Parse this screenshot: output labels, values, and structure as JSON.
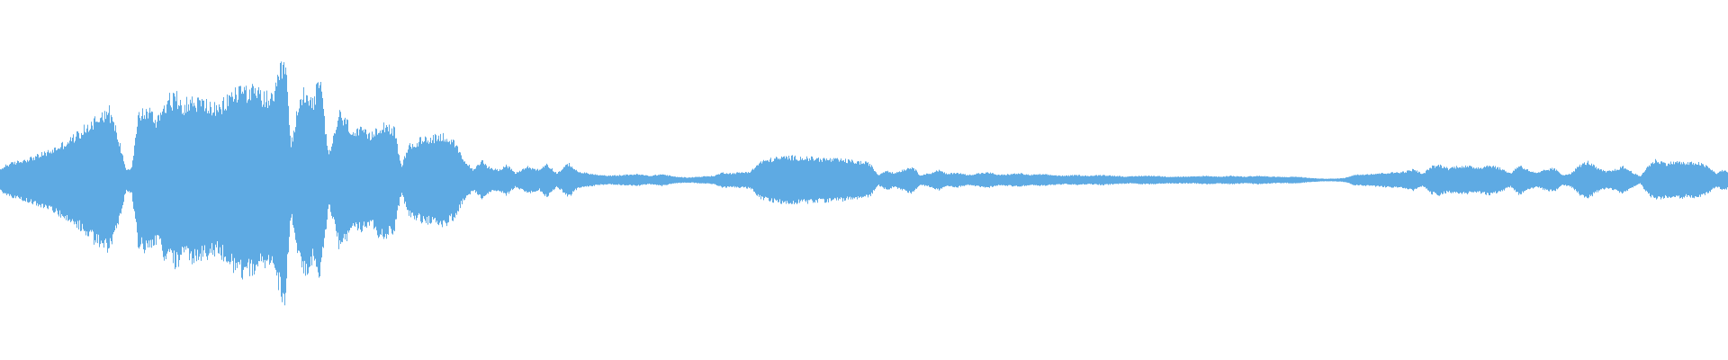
{
  "waveform": {
    "color": "#5EAAE3",
    "background": "#FFFFFF",
    "amplitude_envelope": [
      [
        0.0,
        0.06
      ],
      [
        0.3,
        0.09
      ],
      [
        1.0,
        0.11
      ],
      [
        2.0,
        0.14
      ],
      [
        3.0,
        0.18
      ],
      [
        4.0,
        0.24
      ],
      [
        5.0,
        0.32
      ],
      [
        5.8,
        0.4
      ],
      [
        6.3,
        0.42
      ],
      [
        6.7,
        0.3
      ],
      [
        7.3,
        0.06
      ],
      [
        7.6,
        0.08
      ],
      [
        8.0,
        0.4
      ],
      [
        8.6,
        0.42
      ],
      [
        9.0,
        0.36
      ],
      [
        9.6,
        0.48
      ],
      [
        10.2,
        0.5
      ],
      [
        10.6,
        0.46
      ],
      [
        11.2,
        0.48
      ],
      [
        12.0,
        0.46
      ],
      [
        12.6,
        0.42
      ],
      [
        13.2,
        0.5
      ],
      [
        14.0,
        0.56
      ],
      [
        15.0,
        0.52
      ],
      [
        15.8,
        0.48
      ],
      [
        16.2,
        0.66
      ],
      [
        16.5,
        0.72
      ],
      [
        16.8,
        0.2
      ],
      [
        17.2,
        0.42
      ],
      [
        17.6,
        0.55
      ],
      [
        18.1,
        0.48
      ],
      [
        18.5,
        0.6
      ],
      [
        19.0,
        0.14
      ],
      [
        19.6,
        0.4
      ],
      [
        20.1,
        0.34
      ],
      [
        20.5,
        0.28
      ],
      [
        20.9,
        0.3
      ],
      [
        21.4,
        0.26
      ],
      [
        21.8,
        0.32
      ],
      [
        22.3,
        0.34
      ],
      [
        22.8,
        0.3
      ],
      [
        23.2,
        0.08
      ],
      [
        23.6,
        0.2
      ],
      [
        24.3,
        0.24
      ],
      [
        25.0,
        0.26
      ],
      [
        25.7,
        0.27
      ],
      [
        26.3,
        0.22
      ],
      [
        26.8,
        0.12
      ],
      [
        27.4,
        0.06
      ],
      [
        27.9,
        0.12
      ],
      [
        28.2,
        0.08
      ],
      [
        28.8,
        0.06
      ],
      [
        29.3,
        0.09
      ],
      [
        29.8,
        0.04
      ],
      [
        30.5,
        0.08
      ],
      [
        31.2,
        0.06
      ],
      [
        31.6,
        0.1
      ],
      [
        32.2,
        0.04
      ],
      [
        32.9,
        0.1
      ],
      [
        33.4,
        0.05
      ],
      [
        34.0,
        0.04
      ],
      [
        34.6,
        0.03
      ],
      [
        35.2,
        0.025
      ],
      [
        36.0,
        0.03
      ],
      [
        36.8,
        0.035
      ],
      [
        37.6,
        0.025
      ],
      [
        38.3,
        0.035
      ],
      [
        39.0,
        0.02
      ],
      [
        39.8,
        0.015
      ],
      [
        40.5,
        0.02
      ],
      [
        41.3,
        0.025
      ],
      [
        41.8,
        0.045
      ],
      [
        42.3,
        0.04
      ],
      [
        42.8,
        0.045
      ],
      [
        43.4,
        0.05
      ],
      [
        44.0,
        0.11
      ],
      [
        44.8,
        0.13
      ],
      [
        45.6,
        0.14
      ],
      [
        46.4,
        0.135
      ],
      [
        47.2,
        0.13
      ],
      [
        48.0,
        0.125
      ],
      [
        48.8,
        0.12
      ],
      [
        49.6,
        0.11
      ],
      [
        50.3,
        0.1
      ],
      [
        50.8,
        0.03
      ],
      [
        51.3,
        0.06
      ],
      [
        51.7,
        0.04
      ],
      [
        52.2,
        0.06
      ],
      [
        52.8,
        0.08
      ],
      [
        53.2,
        0.03
      ],
      [
        53.8,
        0.04
      ],
      [
        54.3,
        0.06
      ],
      [
        54.8,
        0.035
      ],
      [
        55.3,
        0.045
      ],
      [
        56.0,
        0.03
      ],
      [
        56.6,
        0.04
      ],
      [
        57.2,
        0.045
      ],
      [
        57.8,
        0.03
      ],
      [
        58.4,
        0.035
      ],
      [
        59.0,
        0.04
      ],
      [
        59.6,
        0.03
      ],
      [
        60.2,
        0.035
      ],
      [
        60.8,
        0.03
      ],
      [
        61.6,
        0.025
      ],
      [
        62.3,
        0.03
      ],
      [
        63.0,
        0.025
      ],
      [
        63.8,
        0.03
      ],
      [
        64.5,
        0.025
      ],
      [
        65.3,
        0.02
      ],
      [
        66.0,
        0.025
      ],
      [
        66.8,
        0.025
      ],
      [
        67.5,
        0.02
      ],
      [
        68.3,
        0.02
      ],
      [
        69.0,
        0.02
      ],
      [
        69.8,
        0.025
      ],
      [
        70.5,
        0.02
      ],
      [
        71.2,
        0.025
      ],
      [
        72.0,
        0.02
      ],
      [
        72.8,
        0.025
      ],
      [
        73.5,
        0.02
      ],
      [
        74.3,
        0.018
      ],
      [
        75.0,
        0.02
      ],
      [
        75.8,
        0.012
      ],
      [
        76.5,
        0.008
      ],
      [
        77.2,
        0.008
      ],
      [
        77.8,
        0.012
      ],
      [
        78.3,
        0.03
      ],
      [
        79.0,
        0.035
      ],
      [
        79.8,
        0.04
      ],
      [
        80.6,
        0.045
      ],
      [
        81.3,
        0.05
      ],
      [
        81.8,
        0.065
      ],
      [
        82.3,
        0.035
      ],
      [
        82.8,
        0.08
      ],
      [
        83.3,
        0.09
      ],
      [
        83.8,
        0.07
      ],
      [
        84.4,
        0.085
      ],
      [
        85.0,
        0.08
      ],
      [
        85.6,
        0.075
      ],
      [
        86.2,
        0.09
      ],
      [
        86.8,
        0.07
      ],
      [
        87.4,
        0.04
      ],
      [
        87.9,
        0.09
      ],
      [
        88.4,
        0.06
      ],
      [
        88.9,
        0.04
      ],
      [
        89.4,
        0.06
      ],
      [
        89.9,
        0.07
      ],
      [
        90.4,
        0.03
      ],
      [
        90.9,
        0.04
      ],
      [
        91.4,
        0.09
      ],
      [
        91.9,
        0.11
      ],
      [
        92.4,
        0.07
      ],
      [
        92.9,
        0.05
      ],
      [
        93.4,
        0.06
      ],
      [
        93.9,
        0.08
      ],
      [
        94.4,
        0.05
      ],
      [
        94.9,
        0.02
      ],
      [
        95.3,
        0.08
      ],
      [
        95.8,
        0.12
      ],
      [
        96.4,
        0.1
      ],
      [
        97.0,
        0.11
      ],
      [
        97.6,
        0.1
      ],
      [
        98.2,
        0.105
      ],
      [
        98.8,
        0.08
      ],
      [
        99.3,
        0.04
      ],
      [
        99.7,
        0.06
      ],
      [
        100.0,
        0.05
      ]
    ]
  }
}
